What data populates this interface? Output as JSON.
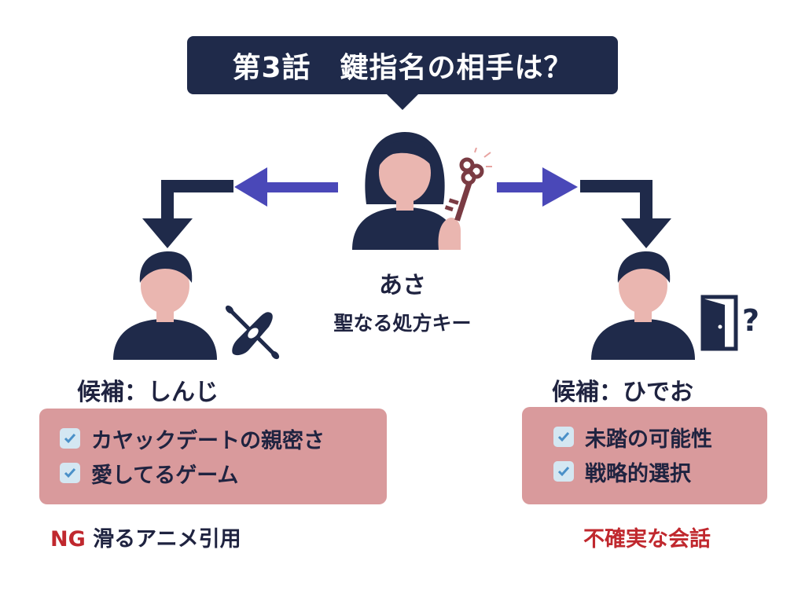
{
  "title": "第3話　鍵指名の相手は？",
  "center": {
    "name": "あさ",
    "subtitle": "聖なる処方キー"
  },
  "left": {
    "candidate_label": "候補：しんじ",
    "checks": [
      "カヤックデートの親密さ",
      "愛してるゲーム"
    ],
    "note_tag": "NG",
    "note_text": "滑るアニメ引用"
  },
  "right": {
    "candidate_label": "候補：ひでお",
    "checks": [
      "未踏の可能性",
      "戦略的選択"
    ],
    "note_text": "不確実な会話",
    "question_mark": "?"
  },
  "colors": {
    "navy": "#1f2a4a",
    "arrow_blue": "#4a48b8",
    "box_pink": "#d99a9c",
    "skin": "#eab6b0",
    "key": "#7a3b43",
    "check_bg": "#d4e7f2",
    "check_mark": "#4a90c8",
    "red": "#c0282e"
  },
  "icons": {
    "left": "kayak-icon",
    "center": "key-icon",
    "right": "door-icon"
  }
}
